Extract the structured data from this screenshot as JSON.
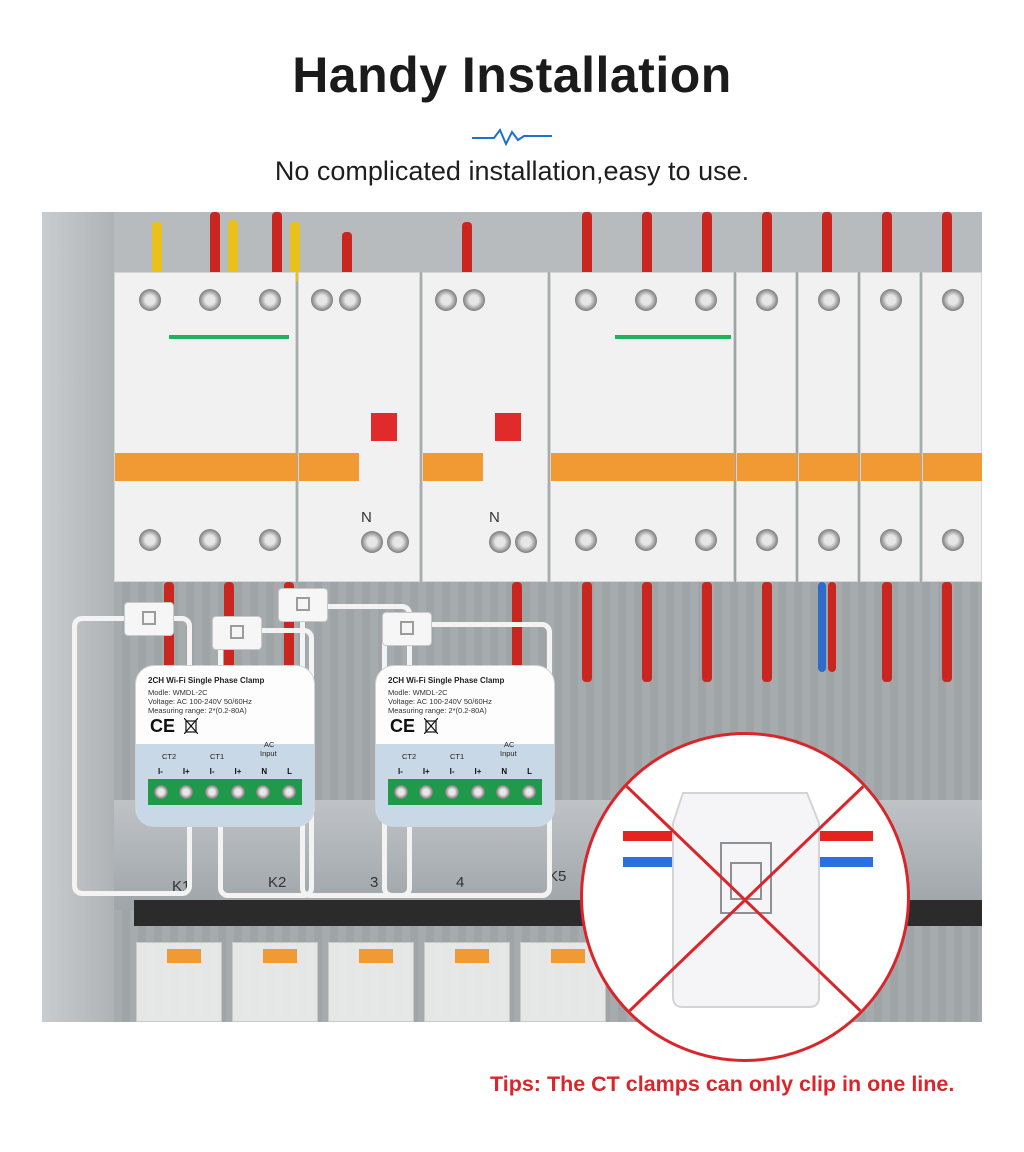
{
  "header": {
    "title": "Handy Installation",
    "subtitle": "No complicated installation,easy to use."
  },
  "device": {
    "title": "2CH Wi-Fi Single Phase Clamp",
    "model": "Modle: WMDL-2C",
    "voltage": "Voltage: AC 100-240V 50/60Hz",
    "range": "Measuring range: 2*(0.2-80A)",
    "ce_mark": "CE",
    "groups": {
      "ct2": "CT2",
      "ct1": "CT1",
      "ac": "AC",
      "ac_input": "Input"
    },
    "pins": [
      "I-",
      "I+",
      "I-",
      "I+",
      "N",
      "L"
    ]
  },
  "scene": {
    "breaker_label_n": "N",
    "terminal_labels": [
      "K1",
      "K2",
      "3",
      "4",
      "K5"
    ]
  },
  "tips": "Tips: The CT clamps can only clip in one line.",
  "colors": {
    "accent_red": "#d8262b",
    "icon_blue": "#1f6fd1",
    "title_dark": "#1b1b1b"
  },
  "icons": [
    "pulse-line-icon",
    "recycle-bin-icon",
    "prohibited-cross-icon"
  ]
}
